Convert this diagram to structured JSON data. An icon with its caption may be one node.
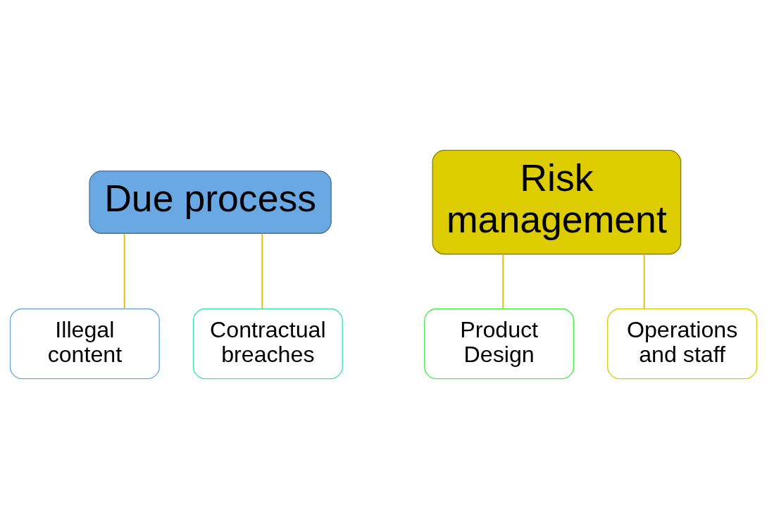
{
  "diagram": {
    "nodes": [
      {
        "text": [
          "Due process"
        ]
      },
      {
        "text": [
          "Illegal content"
        ]
      },
      {
        "text": [
          "Contractual breaches"
        ]
      },
      {
        "text": [
          "Risk management"
        ]
      },
      {
        "text": [
          "Product Design"
        ]
      },
      {
        "text": [
          "Operations and staff"
        ]
      }
    ],
    "edges": [
      {
        "from": 0,
        "to": 1,
        "arrow": "none"
      },
      {
        "from": 0,
        "to": 2,
        "arrow": "none"
      },
      {
        "from": 3,
        "to": 4,
        "arrow": "none"
      },
      {
        "from": 3,
        "to": 5,
        "arrow": "none"
      }
    ]
  }
}
